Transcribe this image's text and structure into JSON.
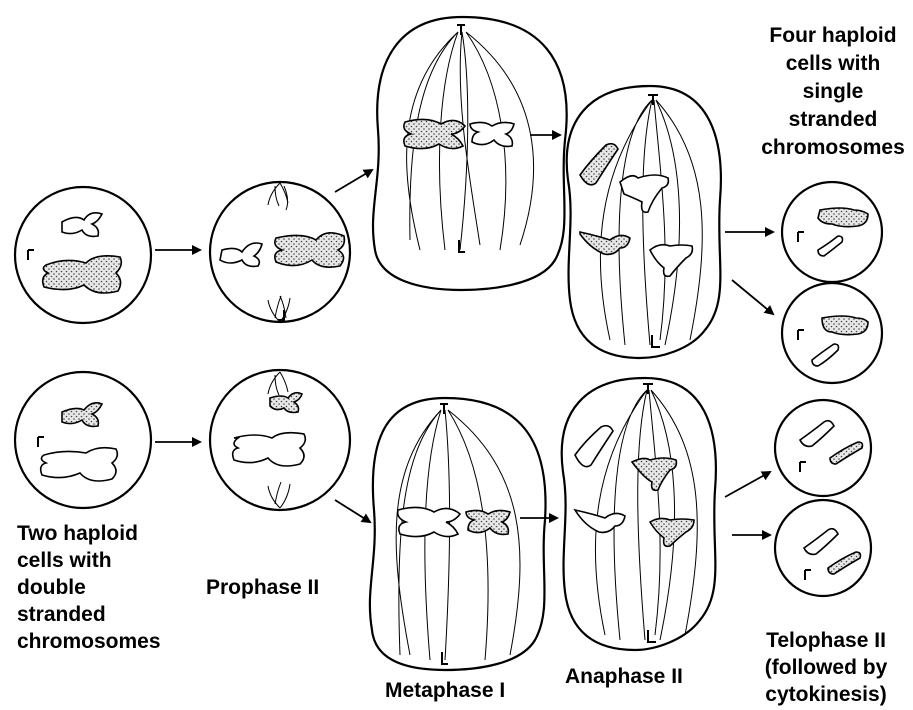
{
  "labels": {
    "top_right": [
      "Four haploid",
      "cells with",
      "single",
      "stranded",
      "chromosomes"
    ],
    "bottom_left": [
      "Two haploid",
      "cells with",
      "double",
      "stranded",
      "chromosomes"
    ],
    "prophase": "Prophase II",
    "metaphase": "Metaphase I",
    "anaphase": "Anaphase II",
    "telophase": [
      "Telophase II",
      "(followed by",
      "cytokinesis)"
    ]
  }
}
